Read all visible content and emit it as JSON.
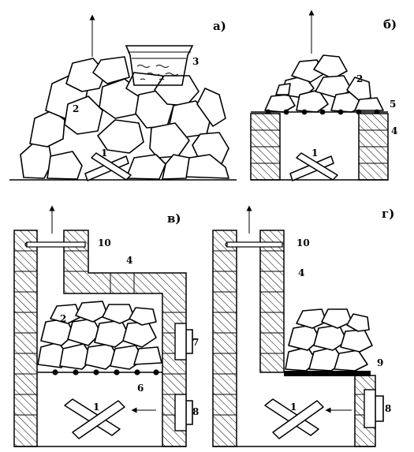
{
  "panels": [
    {
      "id": "a",
      "label": "а)"
    },
    {
      "id": "b",
      "label": "б)"
    },
    {
      "id": "v",
      "label": "в)"
    },
    {
      "id": "g",
      "label": "г)"
    }
  ],
  "numbers": {
    "a1": "1",
    "a2": "2",
    "a3": "3",
    "b1": "1",
    "b2": "2",
    "b4": "4",
    "b5": "5",
    "v1": "1",
    "v2": "2",
    "v4": "4",
    "v6": "6",
    "v7": "7",
    "v8": "8",
    "v10": "10",
    "g1": "1",
    "g4": "4",
    "g8": "8",
    "g9": "9",
    "g10": "10"
  }
}
